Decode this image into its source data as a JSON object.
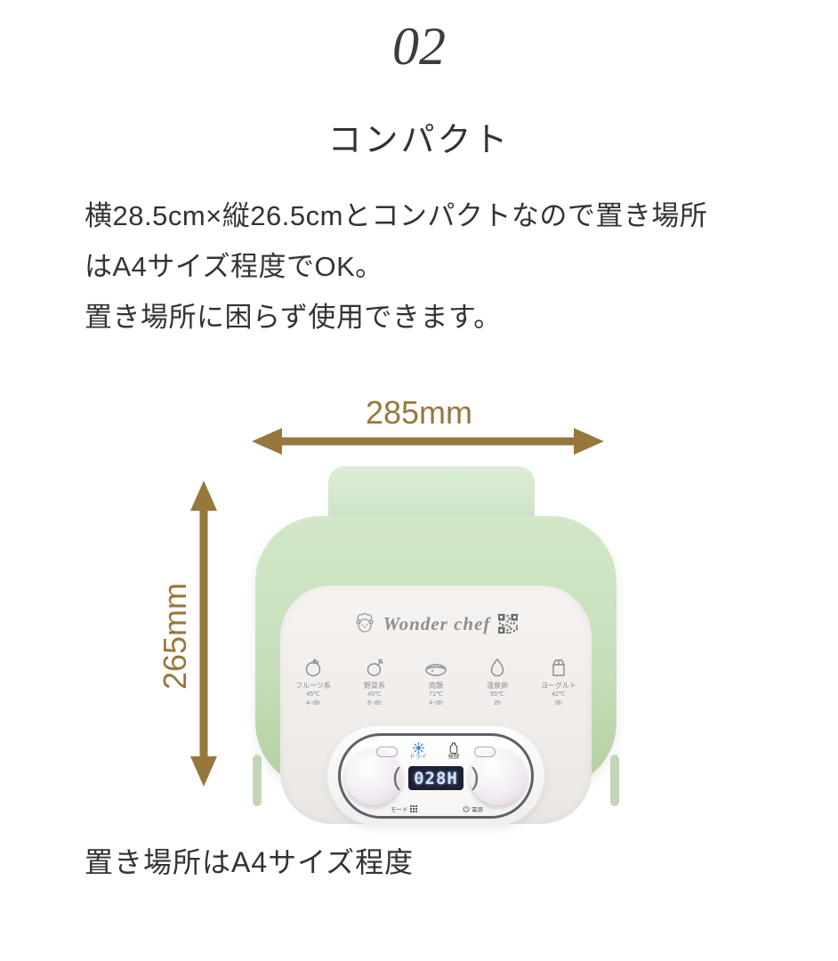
{
  "page": {
    "section_number": "02",
    "heading": "コンパクト",
    "paragraph_lines": [
      "横28.5cm×縦26.5cmとコンパクトなので置き場所",
      "はA4サイズ程度でOK。",
      "置き場所に困らず使用できます。"
    ],
    "caption": "置き場所はA4サイズ程度"
  },
  "dimensions": {
    "width_label": "285mm",
    "height_label": "265mm",
    "arrow_color": "#97783c"
  },
  "product": {
    "brand": "Wonder chef",
    "display_value": "028H",
    "modes": [
      {
        "icon": "fruit-icon",
        "name": "フルーツ系",
        "temp": "45℃",
        "time": "4~6h"
      },
      {
        "icon": "vegetable-icon",
        "name": "野菜系",
        "temp": "45℃",
        "time": "6~8h"
      },
      {
        "icon": "meat-icon",
        "name": "肉類",
        "temp": "71℃",
        "time": "4~8h"
      },
      {
        "icon": "egg-icon",
        "name": "温泉卵",
        "temp": "65℃",
        "time": "2h"
      },
      {
        "icon": "yogurt-icon",
        "name": "ヨーグルト",
        "temp": "42℃",
        "time": "8h"
      }
    ],
    "controls": {
      "dry_label": "ドライ",
      "ferment_label": "発酵",
      "mode_label": "モード",
      "power_label": "電源"
    },
    "colors": {
      "body_green": "#c6dfba",
      "panel": "#f2efec",
      "display_bg": "#1e2133",
      "display_text": "#d6e4ff",
      "accent_blue": "#3f86d8"
    }
  }
}
